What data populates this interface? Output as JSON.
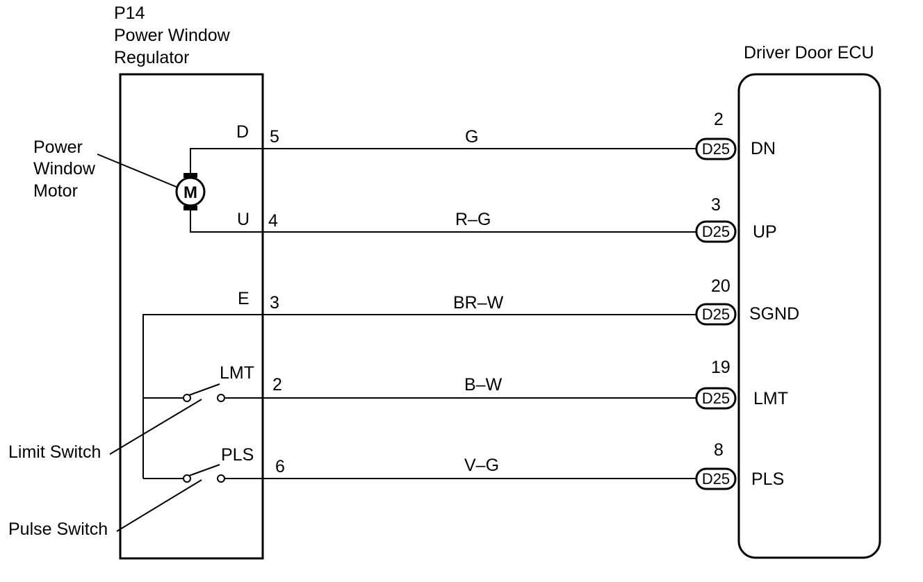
{
  "regulator": {
    "code": "P14",
    "name_line1": "Power Window",
    "name_line2": "Regulator"
  },
  "ecu": {
    "name": "Driver Door ECU"
  },
  "motor": {
    "symbol": "M",
    "label_line1": "Power",
    "label_line2": "Window",
    "label_line3": "Motor"
  },
  "switches": {
    "limit_label": "Limit Switch",
    "pulse_label": "Pulse Switch"
  },
  "connector_code": "D25",
  "circuits": [
    {
      "terminal": "D",
      "pin": "5",
      "wire": "G",
      "ecu_pin": "2",
      "ecu_terminal": "DN"
    },
    {
      "terminal": "U",
      "pin": "4",
      "wire": "R–G",
      "ecu_pin": "3",
      "ecu_terminal": "UP"
    },
    {
      "terminal": "E",
      "pin": "3",
      "wire": "BR–W",
      "ecu_pin": "20",
      "ecu_terminal": "SGND"
    },
    {
      "terminal": "LMT",
      "pin": "2",
      "wire": "B–W",
      "ecu_pin": "19",
      "ecu_terminal": "LMT"
    },
    {
      "terminal": "PLS",
      "pin": "6",
      "wire": "V–G",
      "ecu_pin": "8",
      "ecu_terminal": "PLS"
    }
  ]
}
